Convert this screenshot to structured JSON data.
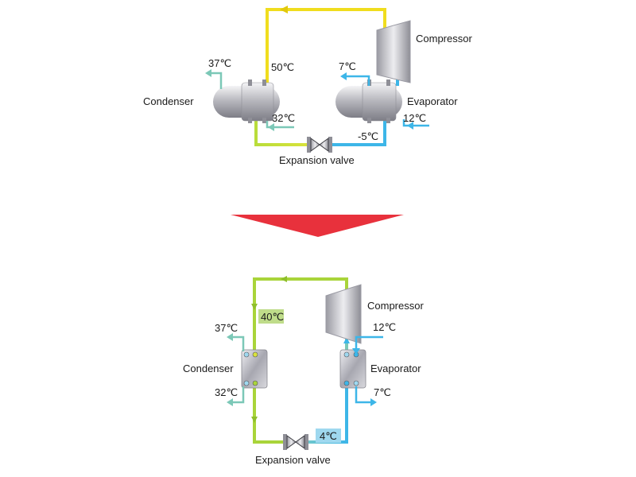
{
  "top_diagram": {
    "compressor_label": "Compressor",
    "condenser_label": "Condenser",
    "evaporator_label": "Evaporator",
    "expansion_valve_label": "Expansion valve",
    "temps": {
      "condenser_water_out": "37℃",
      "condenser_water_in": "32℃",
      "refrigerant_condenser_inlet": "50℃",
      "evaporator_water_out": "7℃",
      "evaporator_water_in": "12℃",
      "refrigerant_after_valve": "-5℃"
    }
  },
  "bottom_diagram": {
    "compressor_label": "Compressor",
    "condenser_label": "Condenser",
    "evaporator_label": "Evaporator",
    "expansion_valve_label": "Expansion valve",
    "temps": {
      "condenser_water_out": "37℃",
      "condenser_water_in": "32℃",
      "refrigerant_condenser_inlet": "40℃",
      "evaporator_water_in": "12℃",
      "evaporator_water_out": "7℃",
      "refrigerant_after_valve": "4℃"
    }
  },
  "colors": {
    "hot_line": "#f0dd1e",
    "warm_line": "#c4df45",
    "green_line": "#a9d43a",
    "cold_line": "#3db6e8",
    "water_arrow": "#7cc8b7",
    "arrow_fill": "#e8313c",
    "label_green_bg": "#bfdc8a",
    "label_blue_bg": "#9fd8ef"
  }
}
